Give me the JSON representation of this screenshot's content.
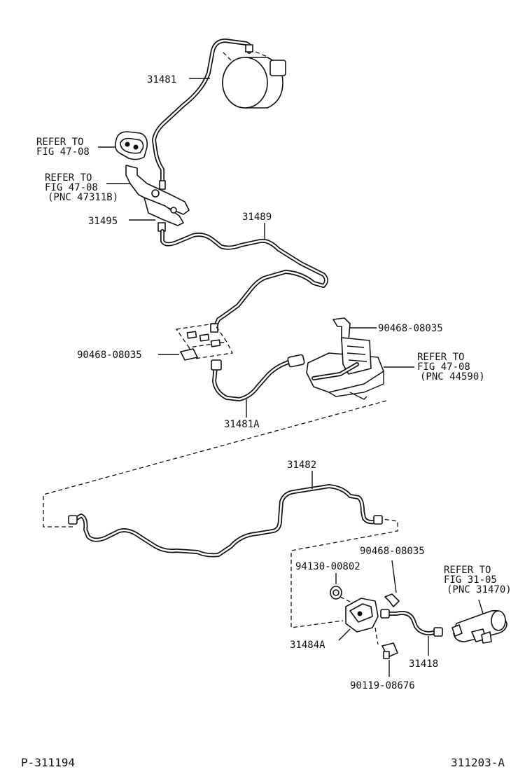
{
  "labels": {
    "l31481": "31481",
    "refer1_a": "REFER TO",
    "refer1_b": "FIG 47-08",
    "refer2_a": "REFER TO",
    "refer2_b": "FIG 47-08",
    "refer2_c": "(PNC 47311B)",
    "l31495": "31495",
    "l31489": "31489",
    "clip_top": "90468-08035",
    "clip_left": "90468-08035",
    "refer3_a": "REFER TO",
    "refer3_b": "FIG 47-08",
    "refer3_c": "(PNC 44590)",
    "l31481A": "31481A",
    "l31482": "31482",
    "clip_low": "90468-08035",
    "l94130": "94130-00802",
    "refer4_a": "REFER TO",
    "refer4_b": "FIG 31-05",
    "refer4_c": "(PNC 31470)",
    "l31484A": "31484A",
    "l31418": "31418",
    "l90119": "90119-08676",
    "footer_left": "P-311194",
    "footer_right": "311203-A"
  }
}
